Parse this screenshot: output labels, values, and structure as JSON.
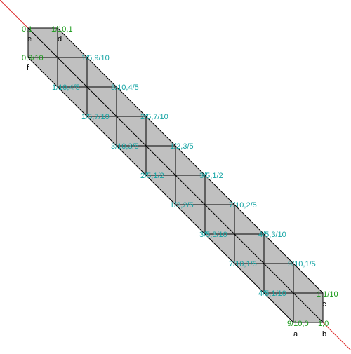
{
  "diagram": {
    "polygon_color": "#c0c0c0",
    "edge_color": "#000000",
    "diagonal_color": "#e03030",
    "corner_labels": [
      {
        "coord": "0,1",
        "name": "e"
      },
      {
        "coord": "1/10,1",
        "name": "d"
      },
      {
        "coord": "0,9/10",
        "name": "f"
      },
      {
        "coord": "9/10,0",
        "name": "a"
      },
      {
        "coord": "1,0",
        "name": "b"
      },
      {
        "coord": "1,1/10",
        "name": "c"
      }
    ],
    "grid_labels": [
      "1/5,9/10",
      "1/10,4/5",
      "3/10,4/5",
      "1/5,7/10",
      "2/5,7/10",
      "3/10,3/5",
      "1/2,3/5",
      "2/5,1/2",
      "3/5,1/2",
      "1/2,2/5",
      "7/10,2/5",
      "3/5,3/10",
      "4/5,3/10",
      "7/10,1/5",
      "9/10,1/5",
      "4/5,1/10"
    ]
  }
}
